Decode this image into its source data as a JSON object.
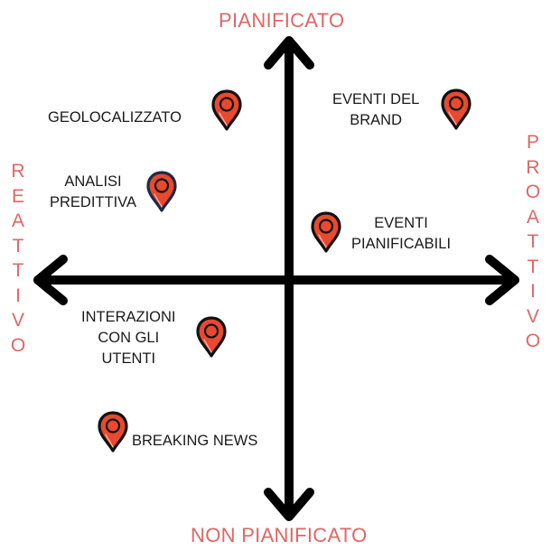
{
  "axes": {
    "top": "PIANIFICATO",
    "bottom": "NON PIANIFICATO",
    "left": [
      "R",
      "E",
      "A",
      "T",
      "T",
      "I",
      "V",
      "O"
    ],
    "right": [
      "P",
      "R",
      "O",
      "A",
      "T",
      "T",
      "I",
      "V",
      "O"
    ],
    "left_word": "REATTIVO",
    "right_word": "PROATTIVO"
  },
  "colors": {
    "axis_title": "#e06666",
    "arrow": "#000000",
    "pin_fill": "#e8492f",
    "pin_outline": "#111111",
    "pin_outline_alt": "#1f2a44",
    "label_text": "#1a1a1a"
  },
  "items": [
    {
      "id": "geolocalizzato",
      "lines": [
        "GEOLOCALIZZATO"
      ],
      "quadrant": "planned-reactive"
    },
    {
      "id": "eventi-del-brand",
      "lines": [
        "EVENTI DEL",
        "BRAND"
      ],
      "quadrant": "planned-proactive"
    },
    {
      "id": "analisi-predittiva",
      "lines": [
        "ANALISI",
        "PREDITTIVA"
      ],
      "quadrant": "planned-reactive"
    },
    {
      "id": "eventi-pianificabili",
      "lines": [
        "EVENTI",
        "PIANIFICABILI"
      ],
      "quadrant": "planned-proactive"
    },
    {
      "id": "interazioni-con-gli-utenti",
      "lines": [
        "INTERAZIONI",
        "CON GLI",
        "UTENTI"
      ],
      "quadrant": "unplanned-reactive"
    },
    {
      "id": "breaking-news",
      "lines": [
        "BREAKING NEWS"
      ],
      "quadrant": "unplanned-reactive"
    }
  ]
}
